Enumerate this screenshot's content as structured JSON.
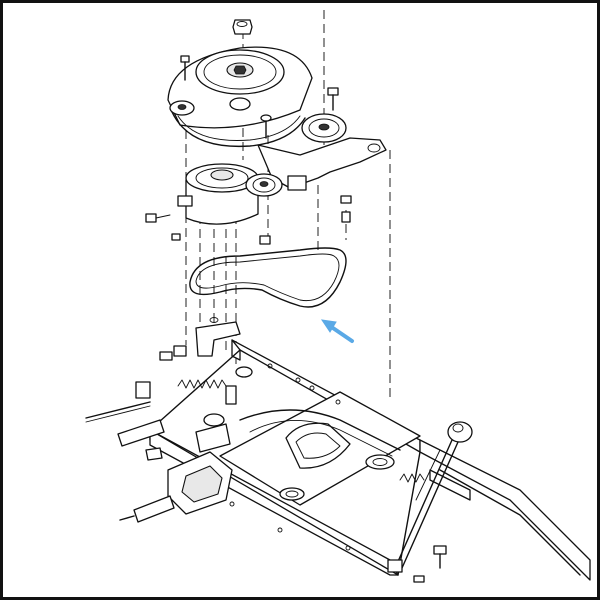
{
  "diagram": {
    "parts": [
      "engine-pulley",
      "idler-pulley",
      "idler-bracket",
      "electric-clutch-pulley",
      "drive-belt",
      "frame",
      "transmission",
      "shift-lever"
    ]
  },
  "colors": {
    "line": "#111111",
    "background": "#ffffff",
    "arrow": "#5aa9e6"
  },
  "icons": [
    "callout-arrow-icon"
  ]
}
